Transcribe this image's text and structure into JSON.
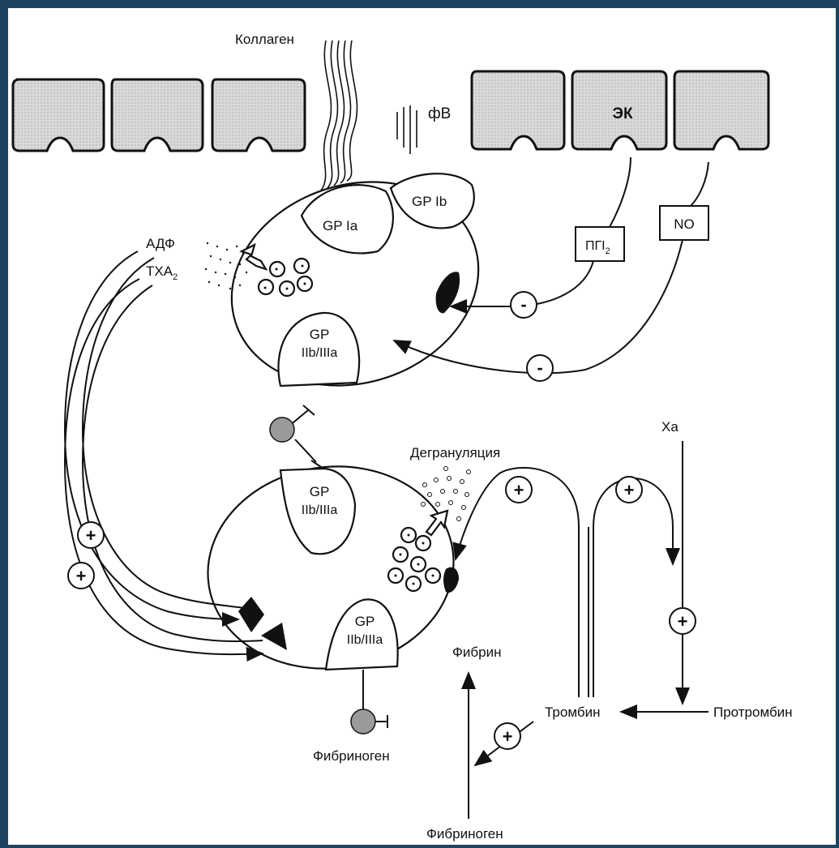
{
  "colors": {
    "frame_background": "#1c4460",
    "canvas_background": "#ffffff",
    "cell_fill": "#d6d6d6",
    "stroke": "#111111"
  },
  "labels": {
    "collagen": "Коллаген",
    "vwf": "фВ",
    "endothelial_cell": "ЭК",
    "gp_ia": "GP Ia",
    "gp_ib": "GP Ib",
    "gp": "GP",
    "gp_iib_iiia": "IIb/IIIa",
    "adp": "АДФ",
    "txa": "TXA",
    "txa_subscript": "2",
    "pgi": "ПГI",
    "pgi_subscript": "2",
    "no": "NO",
    "degranulation": "Дегрануляция",
    "xa": "Xa",
    "fibrin": "Фибрин",
    "thrombin": "Тромбин",
    "prothrombin": "Протромбин",
    "fibrinogen_platelet": "Фибриноген",
    "fibrinogen_bottom": "Фибриноген"
  },
  "signs": {
    "minus": "-",
    "plus": "+"
  },
  "icons": {
    "receptor_ball": "fibrinogen-ball-icon",
    "granule": "granule-icon",
    "release_arrow": "hollow-arrow-icon",
    "arrowhead": "arrowhead-icon"
  }
}
